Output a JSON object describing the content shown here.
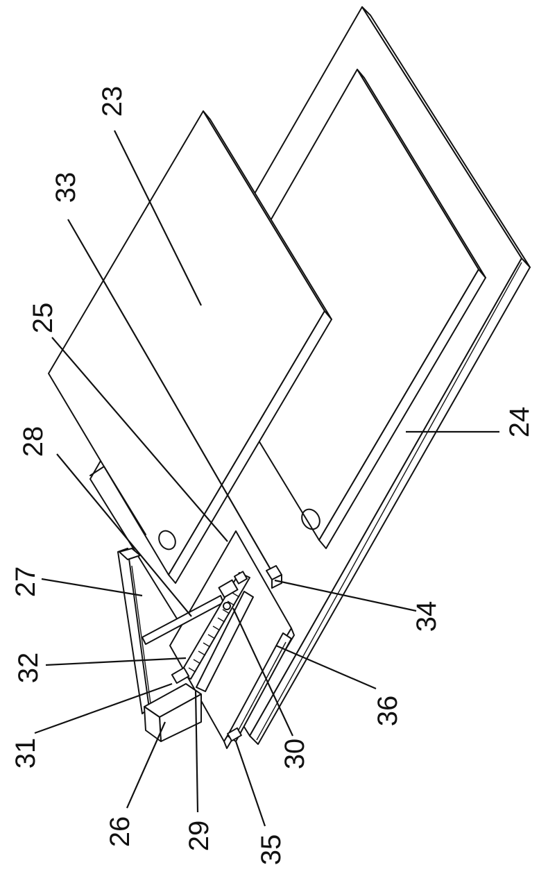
{
  "figure": {
    "labels": {
      "l23": "23",
      "l33": "33",
      "l25": "25",
      "l28": "28",
      "l27": "27",
      "l32": "32",
      "l31": "31",
      "l26": "26",
      "l29": "29",
      "l35": "35",
      "l30": "30",
      "l36": "36",
      "l34": "34",
      "l24": "24"
    }
  }
}
